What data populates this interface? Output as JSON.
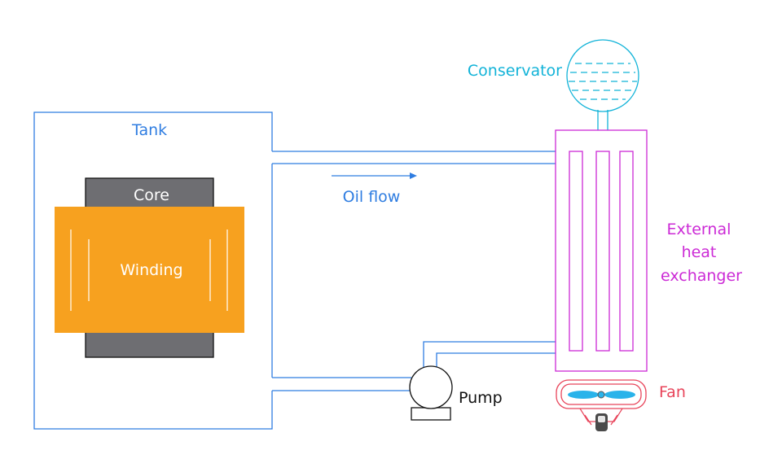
{
  "labels": {
    "tank": "Tank",
    "core": "Core",
    "winding": "Winding",
    "oil_flow": "Oil flow",
    "conservator": "Conservator",
    "external_heat_exchanger": [
      "External",
      "heat",
      "exchanger"
    ],
    "pump": "Pump",
    "fan": "Fan"
  },
  "colors": {
    "tank": "#2f7de1",
    "pipe": "#2f7de1",
    "core": "#6e6e72",
    "winding": "#f7a11f",
    "conservator": "#12b3d8",
    "heat_exchanger": "#cc2ad6",
    "fan": "#e8445a",
    "fan_blade": "#2ab3ea",
    "pump": "#111111"
  },
  "icons": {
    "pump": "pump-icon",
    "fan": "fan-icon",
    "conservator": "conservator-tank-icon",
    "flow_arrow": "arrow-right-icon"
  }
}
